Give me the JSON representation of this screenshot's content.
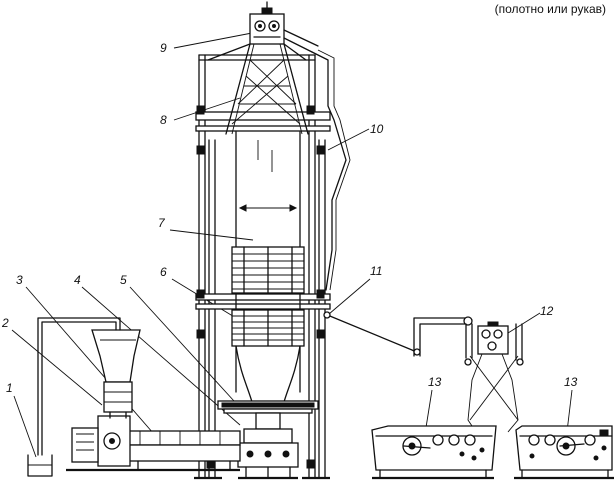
{
  "caption": "(полотно или рукав)",
  "labels": {
    "l1": "1",
    "l2": "2",
    "l3": "3",
    "l4": "4",
    "l5": "5",
    "l6": "6",
    "l7": "7",
    "l8": "8",
    "l9": "9",
    "l10": "10",
    "l11": "11",
    "l12": "12",
    "l13a": "13",
    "l13b": "13"
  }
}
